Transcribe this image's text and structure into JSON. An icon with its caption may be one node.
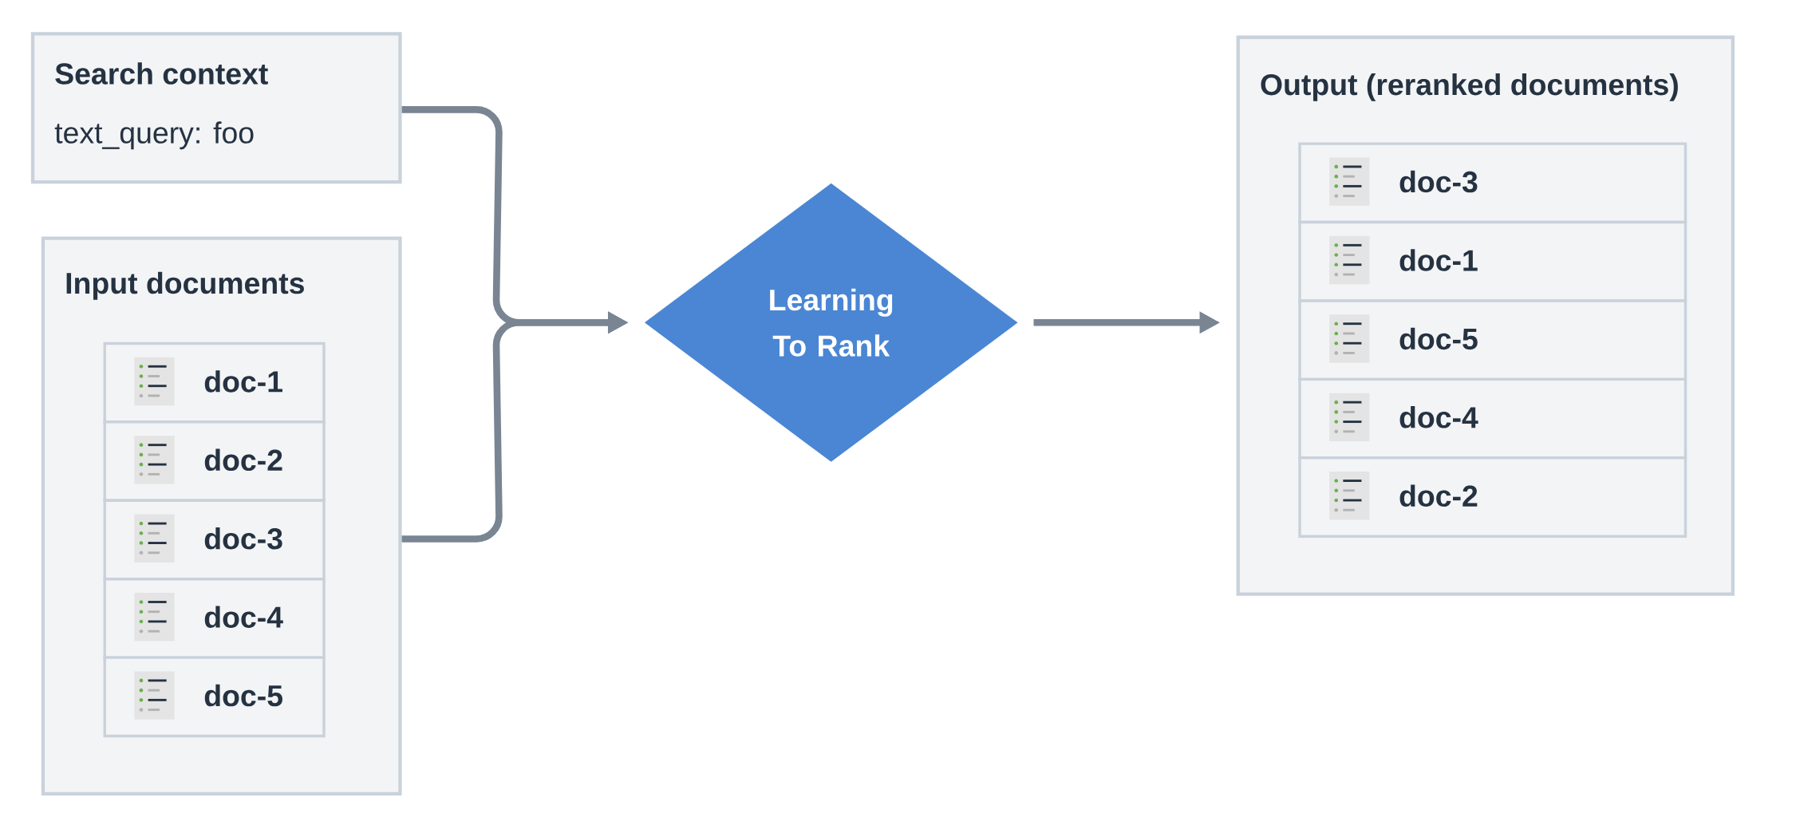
{
  "diagram": {
    "nodes": [
      {
        "text": [
          "Search context",
          "text_query: foo"
        ]
      },
      {
        "text": [
          "Input documents"
        ]
      },
      {
        "text": [
          "doc-1"
        ],
        "in": 1
      },
      {
        "text": [
          "doc-2"
        ],
        "in": 1
      },
      {
        "text": [
          "doc-3"
        ],
        "in": 1
      },
      {
        "text": [
          "doc-4"
        ],
        "in": 1
      },
      {
        "text": [
          "doc-5"
        ],
        "in": 1
      },
      {
        "text": [
          "Learning To Rank"
        ]
      },
      {
        "text": [
          "Output (reranked documents)"
        ]
      },
      {
        "text": [
          "doc-3"
        ],
        "in": 8
      },
      {
        "text": [
          "doc-1"
        ],
        "in": 8
      },
      {
        "text": [
          "doc-5"
        ],
        "in": 8
      },
      {
        "text": [
          "doc-4"
        ],
        "in": 8
      },
      {
        "text": [
          "doc-2"
        ],
        "in": 8
      }
    ],
    "edges": [
      {
        "from": 0,
        "to": 7,
        "arrow": "to"
      },
      {
        "from": 1,
        "to": 7,
        "arrow": "to"
      },
      {
        "from": 7,
        "to": 8,
        "arrow": "to"
      }
    ]
  }
}
